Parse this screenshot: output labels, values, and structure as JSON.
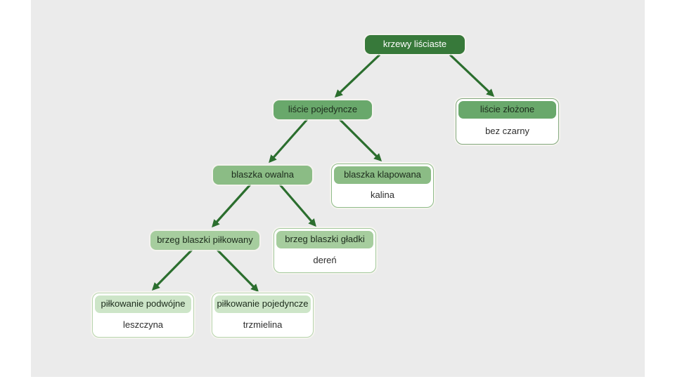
{
  "diagram": {
    "type": "dichotomous-key-tree",
    "language": "pl",
    "topic": "identification key of deciduous shrubs"
  },
  "nodes": {
    "root": {
      "label": "krzewy liściaste"
    },
    "liscie_pojedyncze": {
      "label": "liście pojedyncze"
    },
    "liscie_zlozone": {
      "label": "liście złożone",
      "result": "bez czarny"
    },
    "blaszka_owalna": {
      "label": "blaszka owalna"
    },
    "blaszka_klapowana": {
      "label": "blaszka klapowana",
      "result": "kalina"
    },
    "brzeg_pilkowany": {
      "label": "brzeg blaszki piłkowany"
    },
    "brzeg_gladki": {
      "label": "brzeg blaszki gładki",
      "result": "dereń"
    },
    "pilkowanie_podwojne": {
      "label": "piłkowanie podwójne",
      "result": "leszczyna"
    },
    "pilkowanie_pojedyncze": {
      "label": "piłkowanie pojedyncze",
      "result": "trzmielina"
    }
  },
  "edges": [
    {
      "from": "root",
      "to": "liscie_pojedyncze"
    },
    {
      "from": "root",
      "to": "liscie_zlozone"
    },
    {
      "from": "liscie_pojedyncze",
      "to": "blaszka_owalna"
    },
    {
      "from": "liscie_pojedyncze",
      "to": "blaszka_klapowana"
    },
    {
      "from": "blaszka_owalna",
      "to": "brzeg_pilkowany"
    },
    {
      "from": "blaszka_owalna",
      "to": "brzeg_gladki"
    },
    {
      "from": "brzeg_pilkowany",
      "to": "pilkowanie_podwojne"
    },
    {
      "from": "brzeg_pilkowany",
      "to": "pilkowanie_pojedyncze"
    }
  ],
  "colors": {
    "page": "#ffffff",
    "background_panel": "#ebebeb",
    "arrow": "#2b6e2e",
    "level1_fill": "#37793a",
    "level1_text": "#ffffff",
    "level2_fill": "#69a86b",
    "level3_fill": "#8bbc85",
    "level4_fill": "#a6cd9e",
    "level5_fill": "#cde5c8",
    "header_text": "#1c2b1c",
    "result_text": "#2d2d2d",
    "result_bg": "#ffffff"
  }
}
